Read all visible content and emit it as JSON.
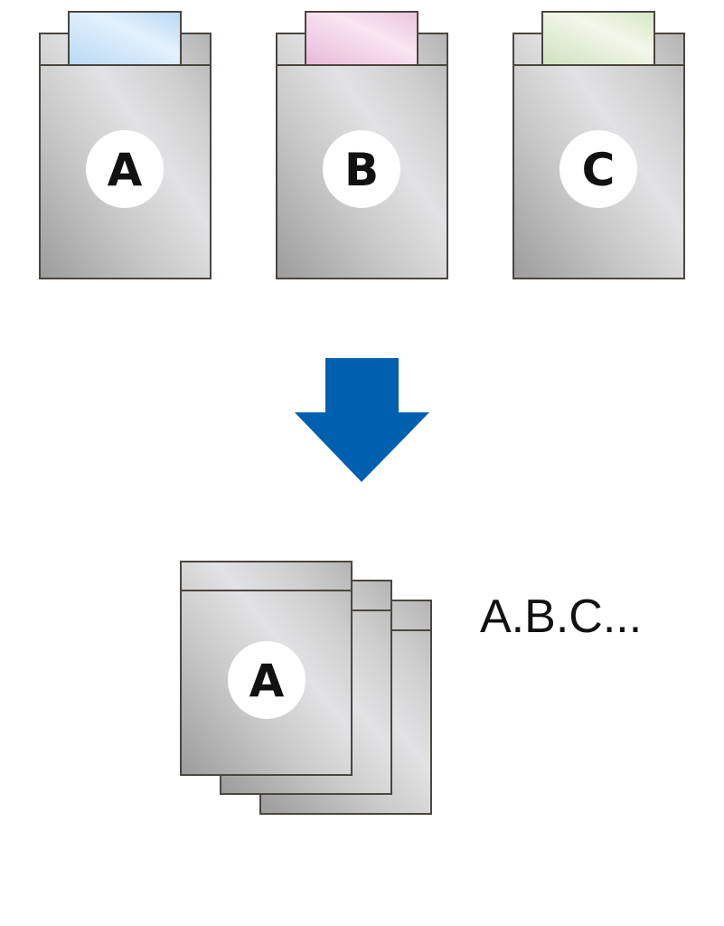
{
  "colors": {
    "arrow": "#0060b0",
    "tray_blue": "#cfe6f8",
    "tray_pink": "#f3d3e8",
    "tray_green": "#e3efd6",
    "outline": "#4a4640"
  },
  "cassettes": [
    {
      "label": "A",
      "tray_color": "blue"
    },
    {
      "label": "B",
      "tray_color": "pink"
    },
    {
      "label": "C",
      "tray_color": "green"
    }
  ],
  "arrow_icon": "arrow-down-icon",
  "stack": {
    "label": "A",
    "caption": "A.B.C..."
  }
}
